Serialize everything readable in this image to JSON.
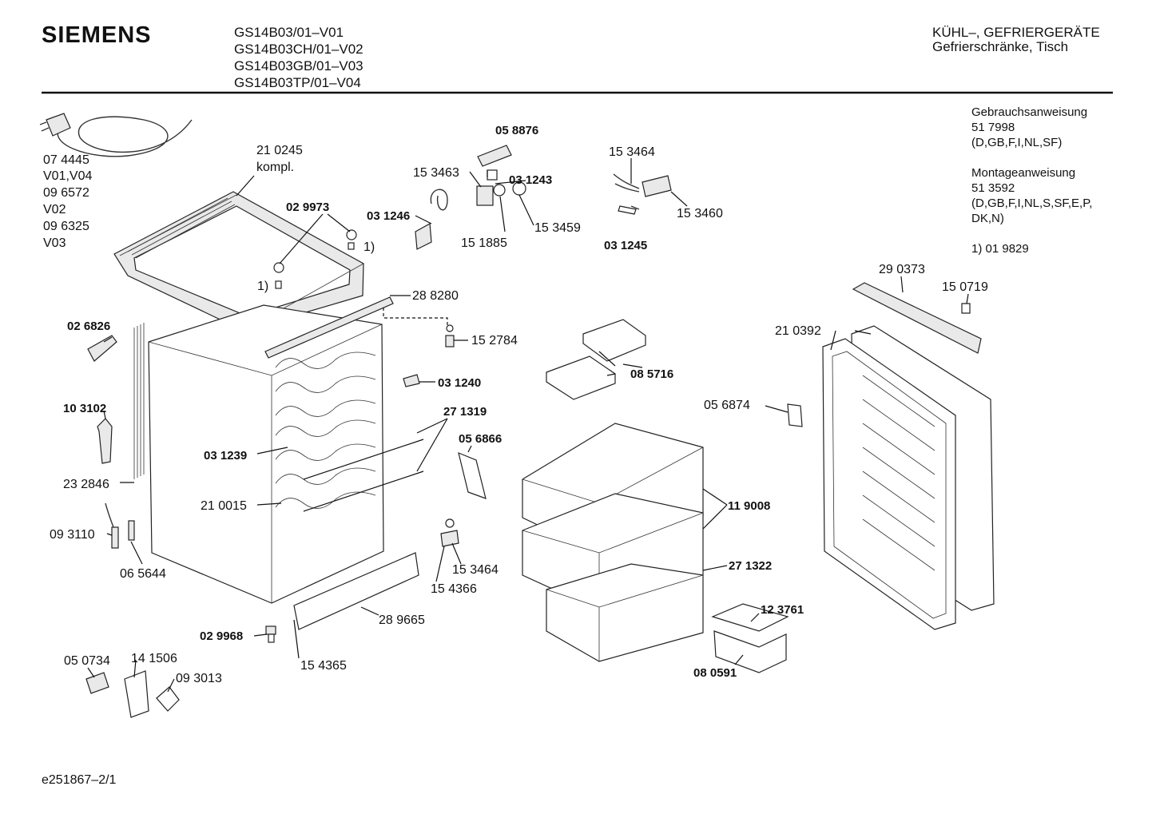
{
  "header": {
    "brand": "SIEMENS",
    "models": [
      "GS14B03/01–V01",
      "GS14B03CH/01–V02",
      "GS14B03GB/01–V03",
      "GS14B03TP/01–V04"
    ],
    "category": "KÜHL–, GEFRIERGERÄTE",
    "subcategory": "Gefrierschränke, Tisch"
  },
  "info": {
    "manual_title": "Gebrauchsanweisung",
    "manual_number": "51 7998",
    "manual_langs": "(D,GB,F,I,NL,SF)",
    "install_title": "Montageanweisung",
    "install_number": "51 3592",
    "install_langs_1": "(D,GB,F,I,NL,S,SF,E,P,",
    "install_langs_2": "DK,N)",
    "footnote": "1)  01 9829"
  },
  "labels": {
    "l074445": "07 4445",
    "lV01V04": "V01,V04",
    "l096572": "09 6572",
    "lV02": "V02",
    "l096325": "09 6325",
    "lV03": "V03",
    "l210245": "21 0245",
    "lkompl": "kompl.",
    "l029973": "02 9973",
    "lfn1a": "1)",
    "lfn1b": "1)",
    "l058876": "05 8876",
    "l153463": "15 3463",
    "l031243": "03 1243",
    "l031246": "03 1246",
    "l151885": "15 1885",
    "l153459": "15 3459",
    "l153464a": "15 3464",
    "l153460": "15 3460",
    "l031245": "03 1245",
    "l290373": "29 0373",
    "l150719": "15 0719",
    "l288280": "28 8280",
    "l152784": "15 2784",
    "l026826": "02 6826",
    "l085716": "08 5716",
    "l210392": "21 0392",
    "l031240": "03 1240",
    "l103102": "10 3102",
    "l271319": "27 1319",
    "l056874": "05 6874",
    "l056866": "05 6866",
    "l031239": "03 1239",
    "l232846": "23 2846",
    "l210015": "21 0015",
    "l119008": "11 9008",
    "l093110": "09 3110",
    "l153464b": "15 3464",
    "l065644": "06 5644",
    "l154366": "15 4366",
    "l271322": "27 1322",
    "l123761": "12 3761",
    "l029968": "02 9968",
    "l289665": "28 9665",
    "l154365": "15 4365",
    "l080591": "08 0591",
    "l050734": "05 0734",
    "l141506": "14 1506",
    "l093013": "09 3013"
  },
  "footer": {
    "drawing_id": "e251867–2/1"
  }
}
